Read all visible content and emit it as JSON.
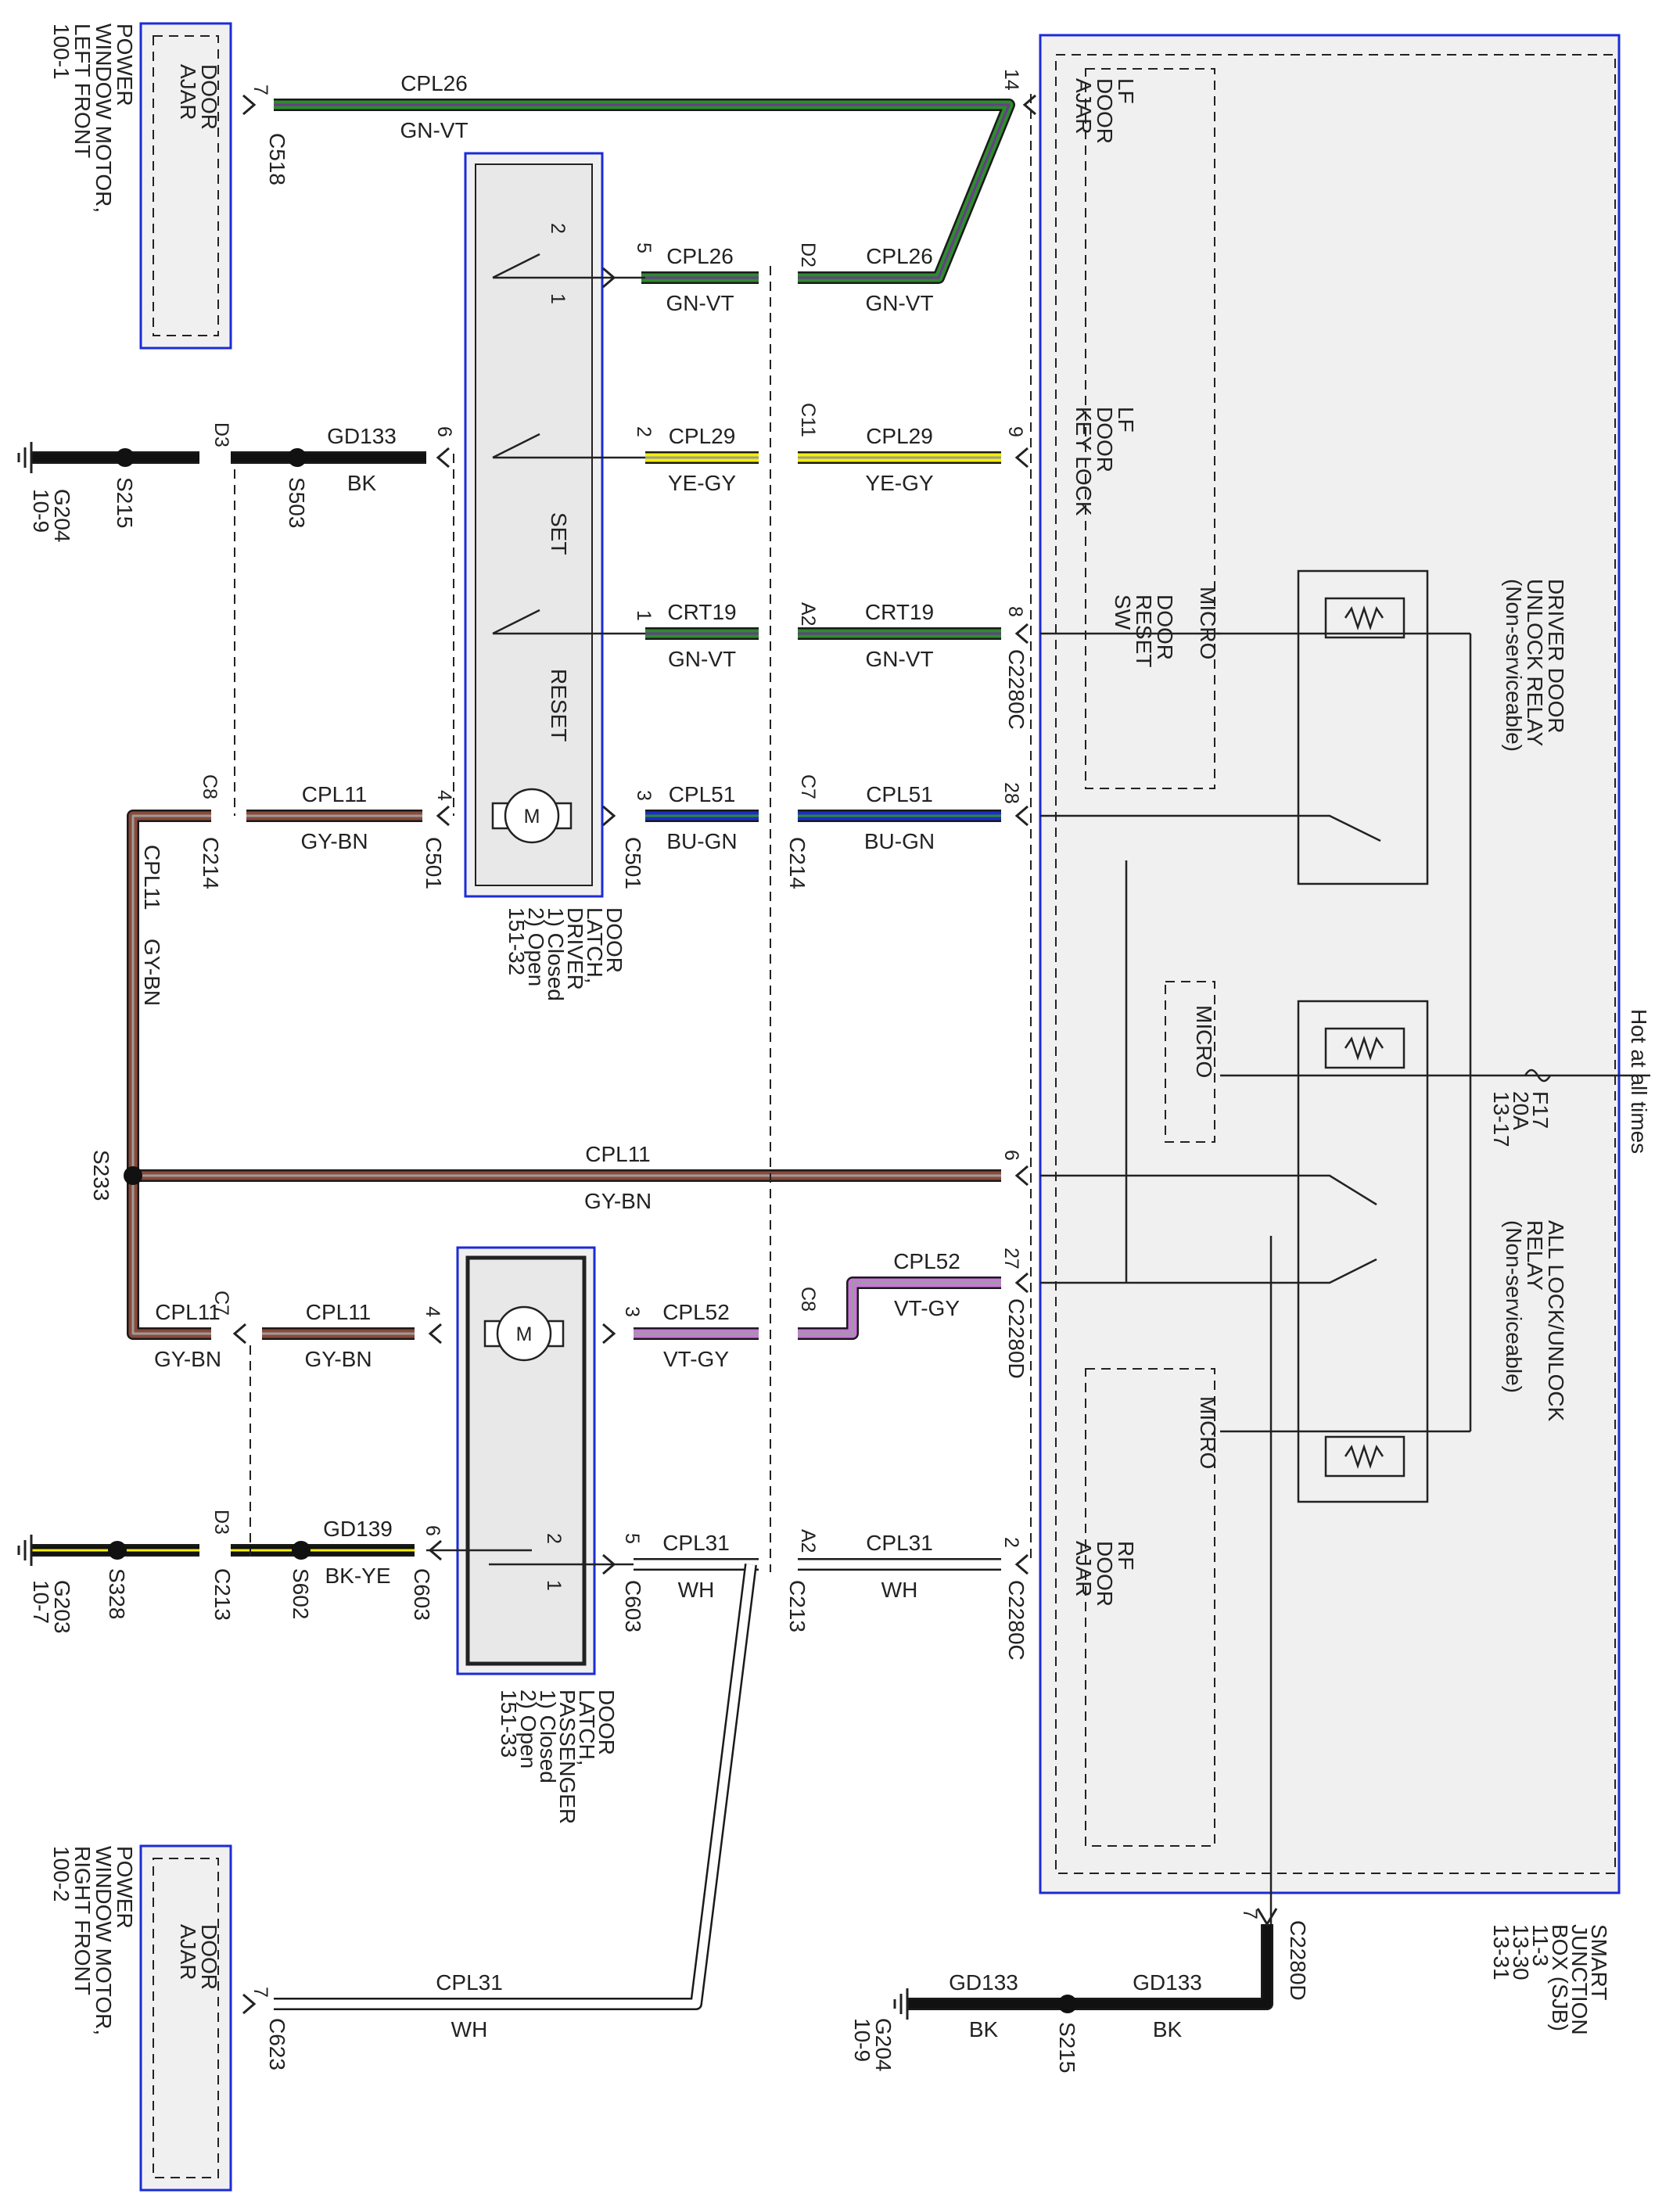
{
  "colors": {
    "GN-VT": {
      "primary": "#2e8b2e",
      "stripe": "#6a3d8c"
    },
    "YE-GY": {
      "primary": "#f5f000",
      "stripe": "#9c9c9c"
    },
    "BU-GN": {
      "primary": "#1a2fc8",
      "stripe": "#2e8b2e"
    },
    "GY-BN": {
      "primary": "#8b4a3a",
      "stripe": "#9c9c9c"
    },
    "VT-GY": {
      "primary": "#c878d8",
      "stripe": "#9c9c9c"
    },
    "BK": {
      "primary": "#111111",
      "stripe": "#111111"
    },
    "BK-YE": {
      "primary": "#111111",
      "stripe": "#f5f000"
    },
    "WH": {
      "primary": "#ffffff",
      "stripe": "#ffffff"
    },
    "frame": "#1c2bd6"
  },
  "components": {
    "pwm_lf": [
      "POWER",
      "WINDOW MOTOR,",
      "LEFT FRONT",
      "100-1"
    ],
    "pwm_rf": [
      "POWER",
      "WINDOW MOTOR,",
      "RIGHT FRONT",
      "100-2"
    ],
    "door_ajar": [
      "DOOR",
      "AJAR"
    ],
    "latch_driver": [
      "DOOR",
      "LATCH,",
      "DRIVER",
      "1) Closed",
      "2) Open",
      "151-32"
    ],
    "latch_passenger": [
      "DOOR",
      "LATCH,",
      "PASSENGER",
      "1) Closed",
      "2) Open",
      "151-33"
    ],
    "sjb": [
      "SMART",
      "JUNCTION",
      "BOX (SJB)",
      "11-3",
      "13-30",
      "13-31"
    ],
    "driver_relay": [
      "DRIVER DOOR",
      "UNLOCK RELAY",
      "(Non-serviceable)"
    ],
    "all_relay": [
      "ALL LOCK/UNLOCK",
      "RELAY",
      "(Non-serviceable)"
    ],
    "hot": "Hot at all times",
    "fuse": [
      "F17",
      "20A",
      "13-17"
    ],
    "micro": "MICRO",
    "lf_door_ajar": [
      "LF",
      "DOOR",
      "AJAR"
    ],
    "lf_key_lock": [
      "LF",
      "DOOR",
      "KEY LOCK"
    ],
    "door_reset_sw": [
      "DOOR",
      "RESET",
      "SW"
    ],
    "rf_door_ajar": [
      "RF",
      "DOOR",
      "AJAR"
    ],
    "set": "SET",
    "reset": "RESET",
    "motor": "M"
  },
  "grounds": {
    "g204_top": [
      "G204",
      "10-9"
    ],
    "g203": [
      "G203",
      "10-7"
    ],
    "g204_bottom": [
      "G204",
      "10-9"
    ]
  },
  "splices": {
    "s215": "S215",
    "s503": "S503",
    "s233": "S233",
    "s328": "S328",
    "s602": "S602",
    "s215b": "S215"
  },
  "connectors": {
    "c518": "C518",
    "c501": "C501",
    "c214": "C214",
    "c2280c": "C2280C",
    "c2280d": "C2280D",
    "c213": "C213",
    "c603": "C603",
    "c623": "C623",
    "pins": {
      "p7a": "7",
      "p14": "14",
      "p5": "5",
      "pD2": "D2",
      "p2": "2",
      "pC11": "C11",
      "p9": "9",
      "p1": "1",
      "pA2": "A2",
      "p8": "8",
      "p3": "3",
      "pC7": "C7",
      "p28": "28",
      "p6": "6",
      "pD3": "D3",
      "pC8": "C8",
      "p4": "4",
      "p6b": "6",
      "p27": "27",
      "p3b": "3",
      "pC8b": "C8",
      "p4b": "4",
      "pC7b": "C7",
      "p6c": "6",
      "pD3b": "D3",
      "p5b": "5",
      "pA2b": "A2",
      "p2b": "2",
      "p7b": "7",
      "p7c": "7",
      "sw2": "2",
      "sw1": "1",
      "sw2b": "2",
      "sw1b": "1"
    }
  },
  "wires": {
    "cpl26_a": [
      "CPL26",
      "GN-VT"
    ],
    "cpl26_b": [
      "CPL26",
      "GN-VT"
    ],
    "cpl26_c": [
      "CPL26",
      "GN-VT"
    ],
    "gd133_a": [
      "GD133",
      "BK"
    ],
    "cpl29_a": [
      "CPL29",
      "YE-GY"
    ],
    "cpl29_b": [
      "CPL29",
      "YE-GY"
    ],
    "crt19_a": [
      "CRT19",
      "GN-VT"
    ],
    "crt19_b": [
      "CRT19",
      "GN-VT"
    ],
    "cpl11_a": [
      "CPL11",
      "GY-BN"
    ],
    "cpl51_a": [
      "CPL51",
      "BU-GN"
    ],
    "cpl51_b": [
      "CPL51",
      "BU-GN"
    ],
    "cpl11_v": [
      "CPL11",
      "GY-BN"
    ],
    "cpl11_s233": [
      "CPL11",
      "GY-BN"
    ],
    "cpl52_a": [
      "CPL52",
      "VT-GY"
    ],
    "cpl52_b": [
      "CPL52",
      "VT-GY"
    ],
    "cpl11_b": [
      "CPL11",
      "GY-BN"
    ],
    "cpl11_c": [
      "CPL11",
      "GY-BN"
    ],
    "gd139": [
      "GD139",
      "BK-YE"
    ],
    "cpl31_a": [
      "CPL31",
      "WH"
    ],
    "cpl31_b": [
      "CPL31",
      "WH"
    ],
    "cpl31_c": [
      "CPL31",
      "WH"
    ],
    "gd133_b": [
      "GD133",
      "BK"
    ],
    "gd133_c": [
      "GD133",
      "BK"
    ]
  }
}
